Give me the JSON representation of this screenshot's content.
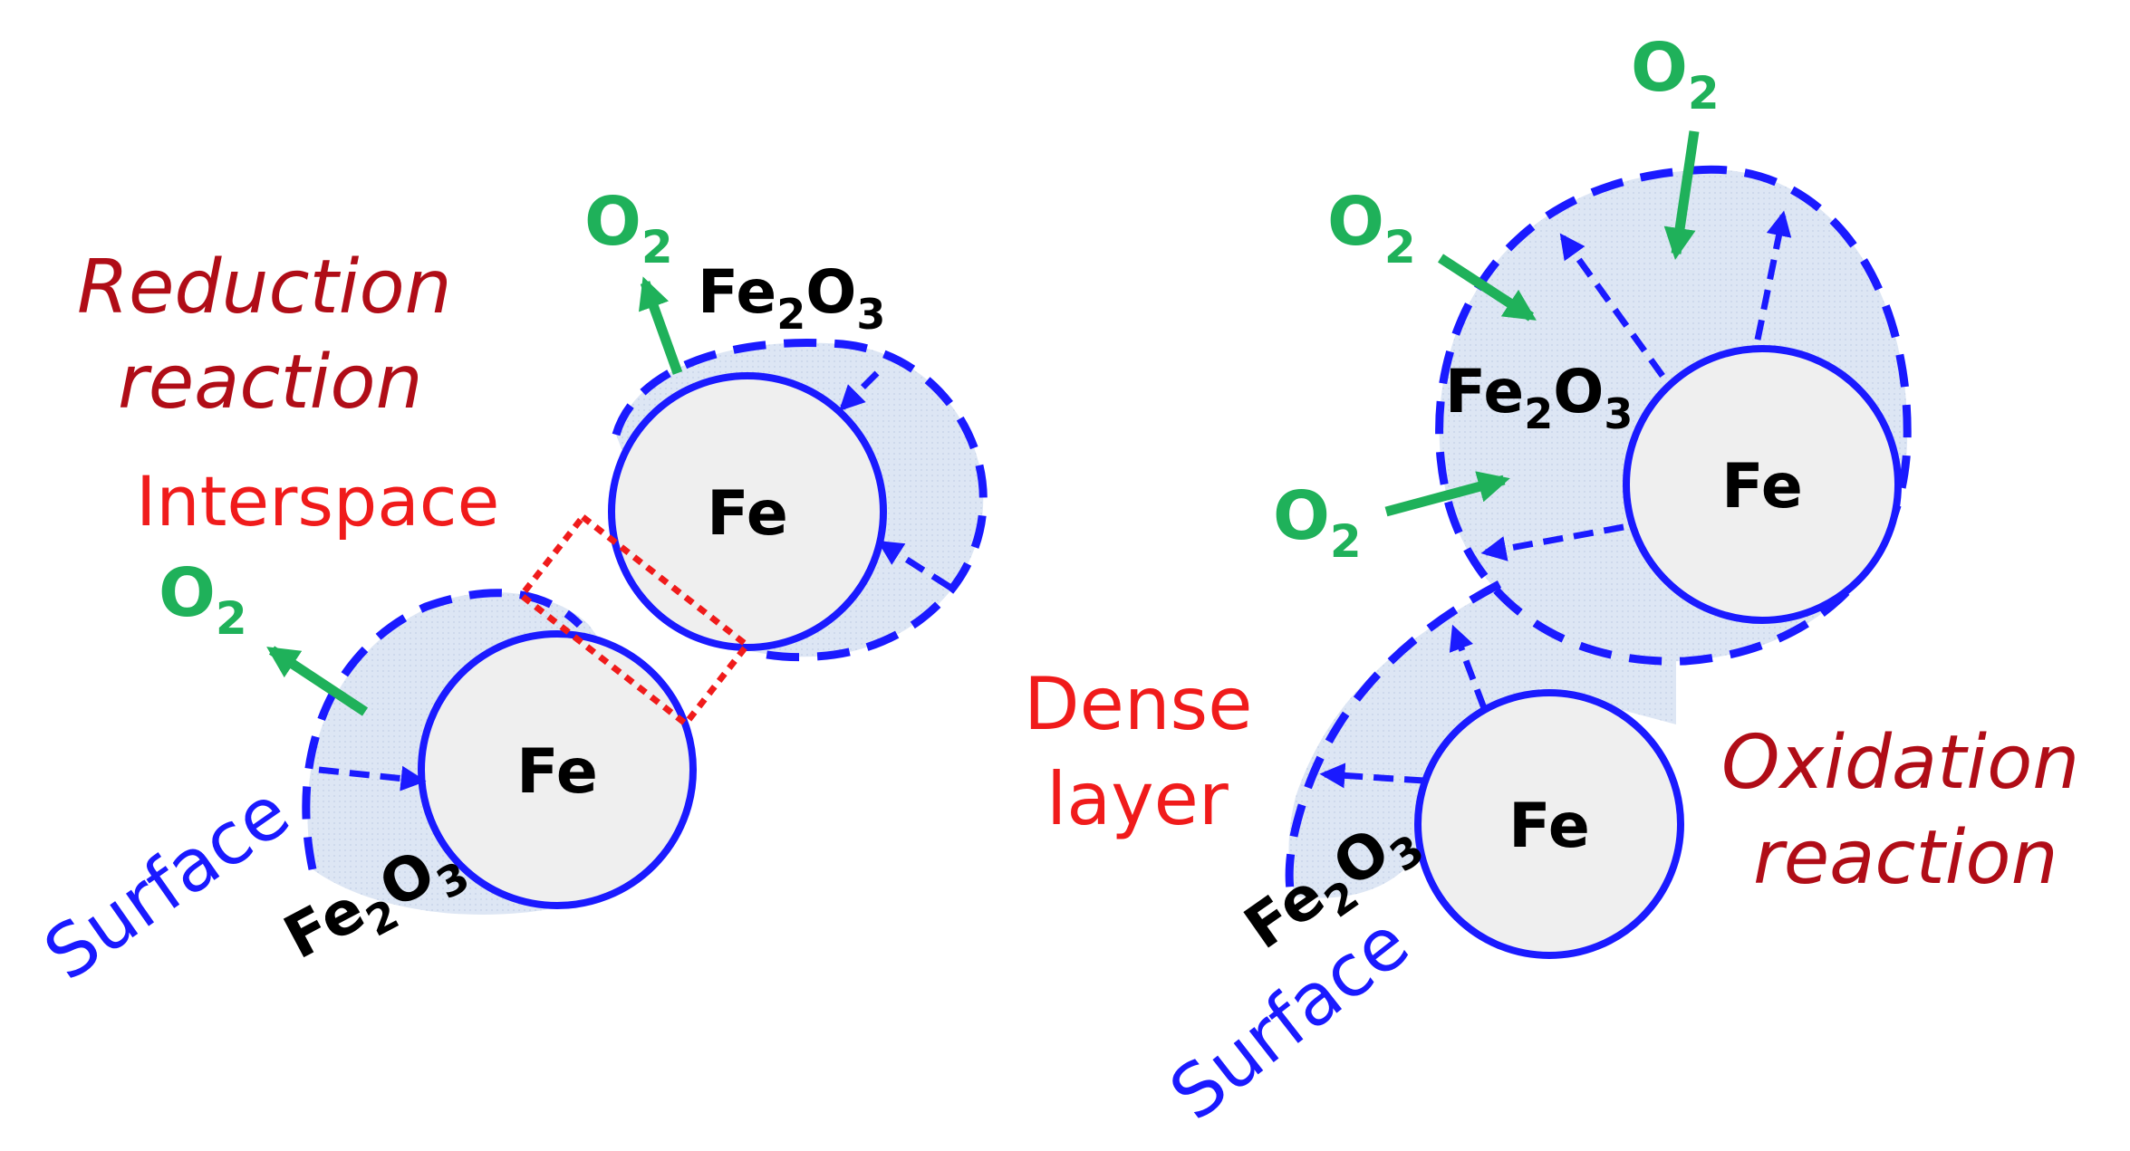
{
  "colors": {
    "particle_stroke": "#1a1aff",
    "oxide_fill": "#dde6f4",
    "particle_fill": "#efefef",
    "oxygen": "#1fb15a",
    "reaction": "#b00d17",
    "annotation_red": "#f01b1b",
    "surface": "#1a1aff",
    "text_black": "#000000"
  },
  "reduction": {
    "title_line1": "Reduction",
    "title_line2": "reaction",
    "interspace_label": "Interspace",
    "particle_top_label": "Fe",
    "particle_bottom_label": "Fe",
    "oxide_top": {
      "base": "Fe",
      "sub1": "2",
      "mid": "O",
      "sub2": "3"
    },
    "oxide_bottom": {
      "base": "Fe",
      "sub1": "2",
      "mid": "O",
      "sub2": "3"
    },
    "oxygen_top": {
      "base": "O",
      "sub": "2"
    },
    "oxygen_left": {
      "base": "O",
      "sub": "2"
    },
    "surface_label": "Surface"
  },
  "oxidation": {
    "title_line1": "Oxidation",
    "title_line2": "reaction",
    "dense_line1": "Dense",
    "dense_line2": "layer",
    "particle_top_label": "Fe",
    "particle_bottom_label": "Fe",
    "oxide_top": {
      "base": "Fe",
      "sub1": "2",
      "mid": "O",
      "sub2": "3"
    },
    "oxide_bottom": {
      "base": "Fe",
      "sub1": "2",
      "mid": "O",
      "sub2": "3"
    },
    "oxygen_top": {
      "base": "O",
      "sub": "2"
    },
    "oxygen_upper_left": {
      "base": "O",
      "sub": "2"
    },
    "oxygen_lower_left": {
      "base": "O",
      "sub": "2"
    },
    "surface_label": "Surface"
  }
}
